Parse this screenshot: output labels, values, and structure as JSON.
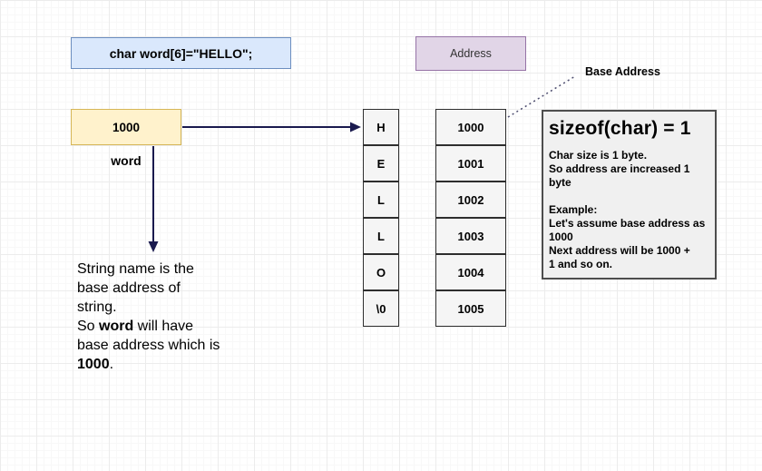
{
  "code_box": {
    "text": "char word[6]=\"HELLO\";",
    "fill": "#dae8fc",
    "border": "#6c8ebf"
  },
  "address_header": {
    "text": "Address",
    "fill": "#e1d5e7",
    "border": "#9673a6"
  },
  "base_address_label": "Base Address",
  "pointer_box": {
    "value": "1000",
    "label": "word",
    "fill": "#fff2cc",
    "border": "#d6b656"
  },
  "memory": {
    "chars": [
      "H",
      "E",
      "L",
      "L",
      "O",
      "\\0"
    ],
    "addresses": [
      "1000",
      "1001",
      "1002",
      "1003",
      "1004",
      "1005"
    ],
    "cell_fill": "#f5f5f5",
    "cell_border": "#2e2e2e"
  },
  "info_box": {
    "title": "sizeof(char) = 1",
    "body": "Char size is 1 byte.\nSo address are increased 1\nbyte\n\nExample:\nLet's assume base address as\n1000\nNext address will be 1000 +\n1 and so on.",
    "fill": "#f0f0f0",
    "border": "#4d4d4d"
  },
  "note": {
    "part1": "String name is the\nbase address of\nstring.\nSo ",
    "bold1": "word",
    "part2": " will have\nbase address which is\n",
    "bold2": "1000",
    "part3": "."
  },
  "colors": {
    "arrow": "#1a1a4e",
    "dotted_line": "#4c4c6e",
    "grid_major": "#ececec",
    "grid_minor": "#f8f8f8"
  }
}
